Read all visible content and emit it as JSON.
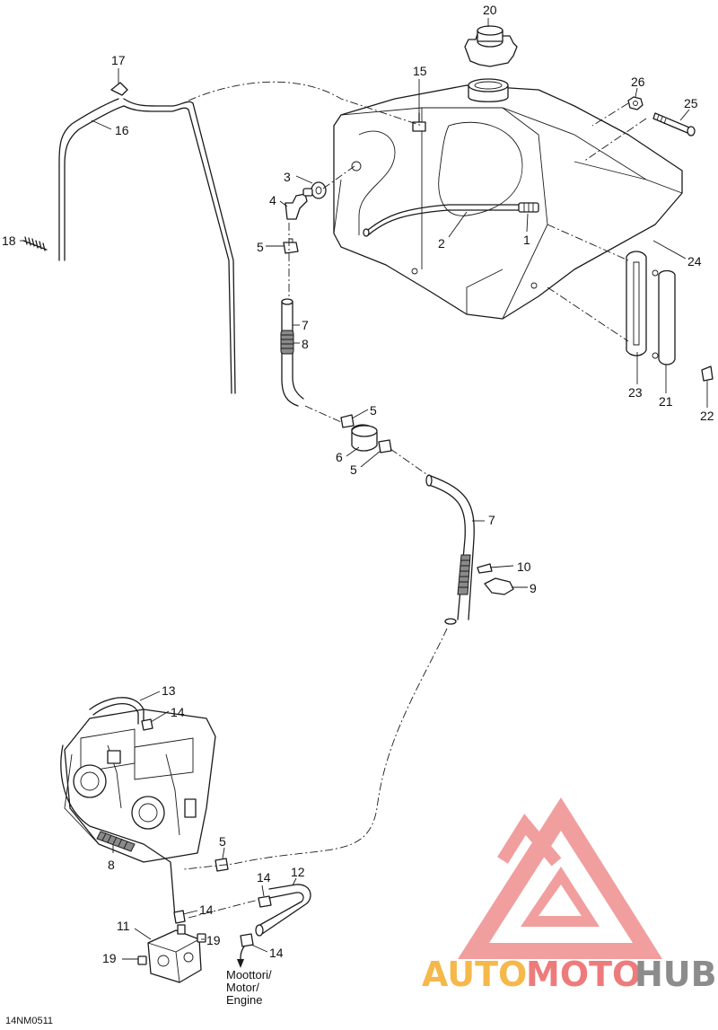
{
  "diagram": {
    "reference_code": "14NM0511",
    "engine_label_lines": [
      "Moottori/",
      "Motor/",
      "Engine"
    ],
    "callouts": [
      "20",
      "15",
      "26",
      "25",
      "17",
      "16",
      "3",
      "4",
      "1",
      "2",
      "24",
      "18",
      "5",
      "7",
      "8",
      "5",
      "6",
      "5",
      "23",
      "21",
      "22",
      "7",
      "10",
      "9",
      "13",
      "14",
      "5",
      "8",
      "14",
      "12",
      "11",
      "14",
      "19",
      "19",
      "14"
    ]
  },
  "watermark": {
    "parts": [
      "AUTO",
      "MOTO",
      "HUB"
    ],
    "colors": {
      "auto": "#f5b84a",
      "moto": "#ee7b7b",
      "hub": "#8c8c8c",
      "triangle": "#ef8e8e"
    }
  }
}
